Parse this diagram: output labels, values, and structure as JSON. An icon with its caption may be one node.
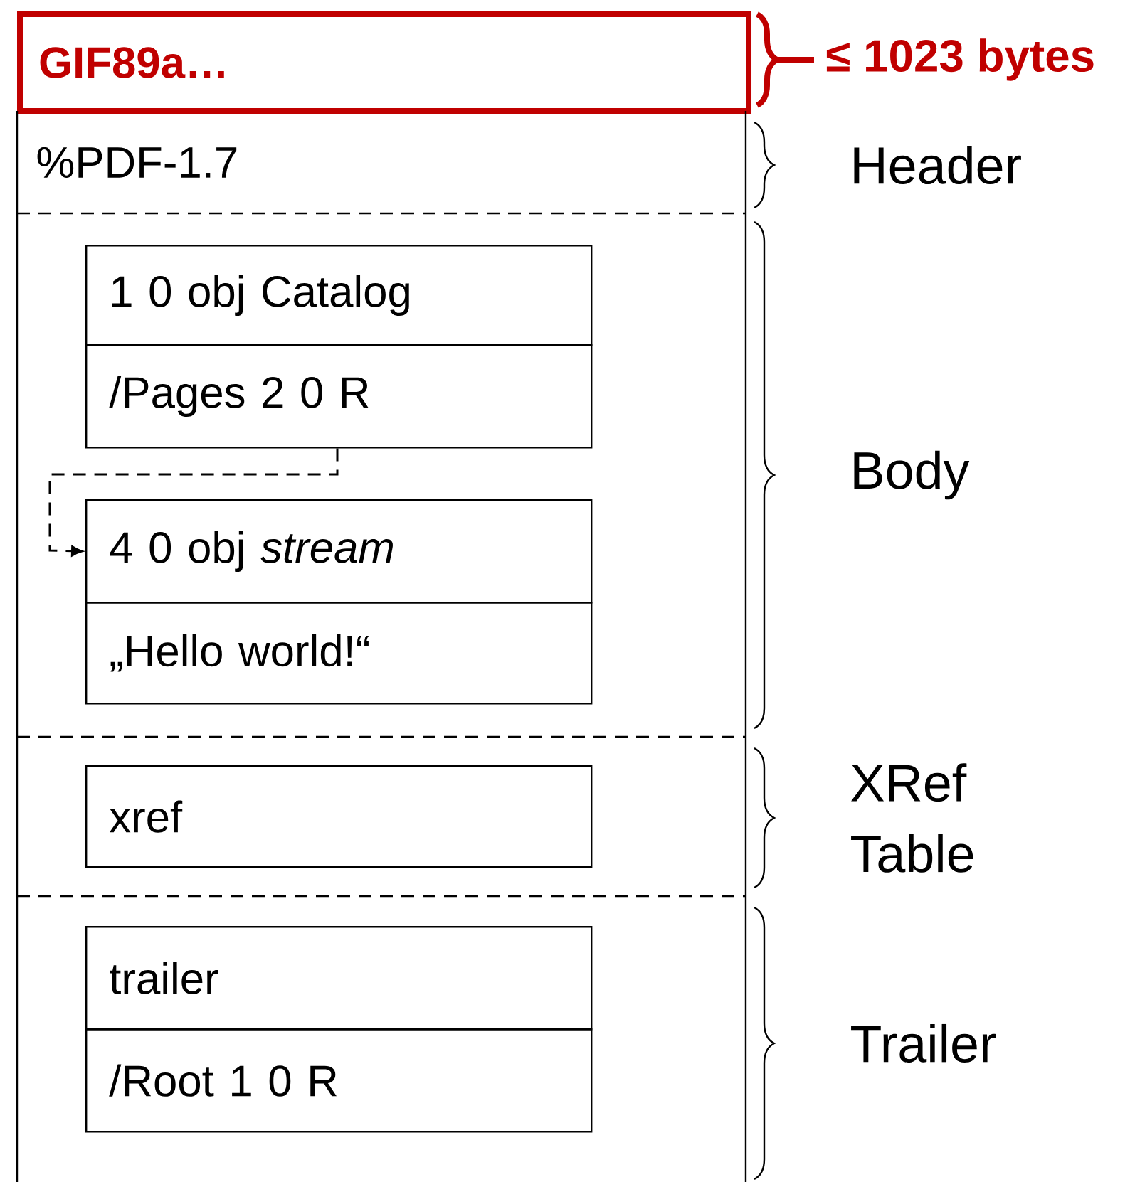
{
  "diagram": {
    "nodes": [
      {
        "text": [
          "GIF89a…"
        ],
        "beside": [
          "≤ 1023 bytes"
        ]
      },
      {
        "text": [
          "%PDF-1.7"
        ],
        "beside": [
          "Header"
        ]
      },
      {
        "text": [],
        "shape": "box",
        "beside": [
          "Body"
        ]
      },
      {
        "text": [
          "1 0 obj Catalog"
        ],
        "in": 2
      },
      {
        "text": [
          "/Pages 2 0 R"
        ],
        "in": 2
      },
      {
        "text": [
          "4 0 obj *stream*"
        ],
        "in": 2
      },
      {
        "text": [
          "„Hello world!“"
        ],
        "in": 2
      },
      {
        "text": [],
        "shape": "box",
        "beside": [
          "XRef Table"
        ]
      },
      {
        "text": [
          "xref"
        ],
        "in": 7
      },
      {
        "text": [],
        "shape": "box",
        "beside": [
          "Trailer"
        ]
      },
      {
        "text": [
          "trailer"
        ],
        "in": 9
      },
      {
        "text": [
          "/Root 1 0 R"
        ],
        "in": 9
      }
    ],
    "edges": [
      {
        "from": 4,
        "to": 5,
        "arrow": "to",
        "style": "dashed"
      }
    ]
  }
}
